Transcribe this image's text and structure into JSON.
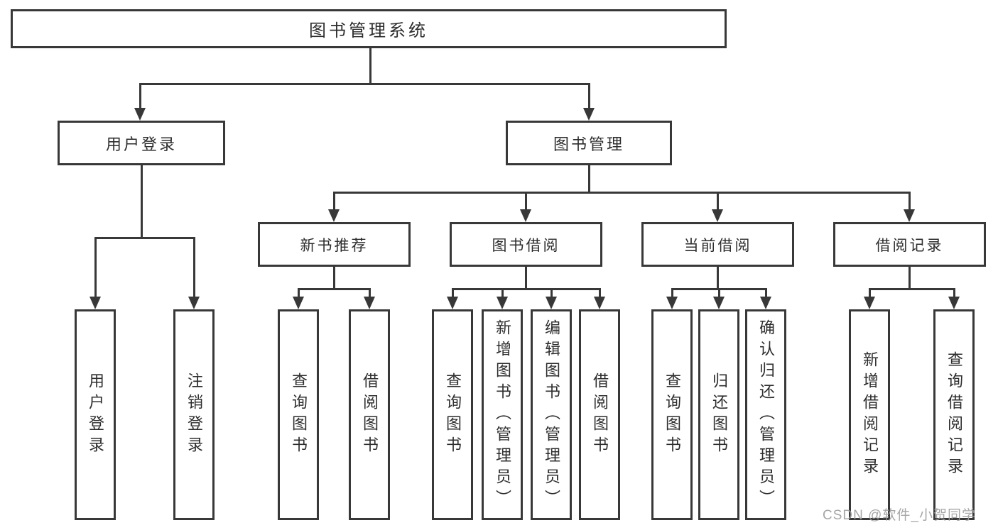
{
  "tree": {
    "label": "图书管理系统",
    "children": [
      {
        "label": "用户登录",
        "children": [
          {
            "label": "用户登录"
          },
          {
            "label": "注销登录"
          }
        ]
      },
      {
        "label": "图书管理",
        "children": [
          {
            "label": "新书推荐",
            "children": [
              {
                "label": "查询图书"
              },
              {
                "label": "借阅图书"
              }
            ]
          },
          {
            "label": "图书借阅",
            "children": [
              {
                "label": "查询图书"
              },
              {
                "label": "新增图书（管理员）"
              },
              {
                "label": "编辑图书（管理员）"
              },
              {
                "label": "借阅图书"
              }
            ]
          },
          {
            "label": "当前借阅",
            "children": [
              {
                "label": "查询图书"
              },
              {
                "label": "归还图书"
              },
              {
                "label": "确认归还（管理员）"
              }
            ]
          },
          {
            "label": "借阅记录",
            "children": [
              {
                "label": "新增借阅记录"
              },
              {
                "label": "查询借阅记录"
              }
            ]
          }
        ]
      }
    ]
  },
  "watermark": "CSDN @软件_小贺同学",
  "colors": {
    "line": "#383838",
    "text": "#2d2d2d",
    "watermark": "#9e9e9e",
    "background": "#ffffff"
  }
}
